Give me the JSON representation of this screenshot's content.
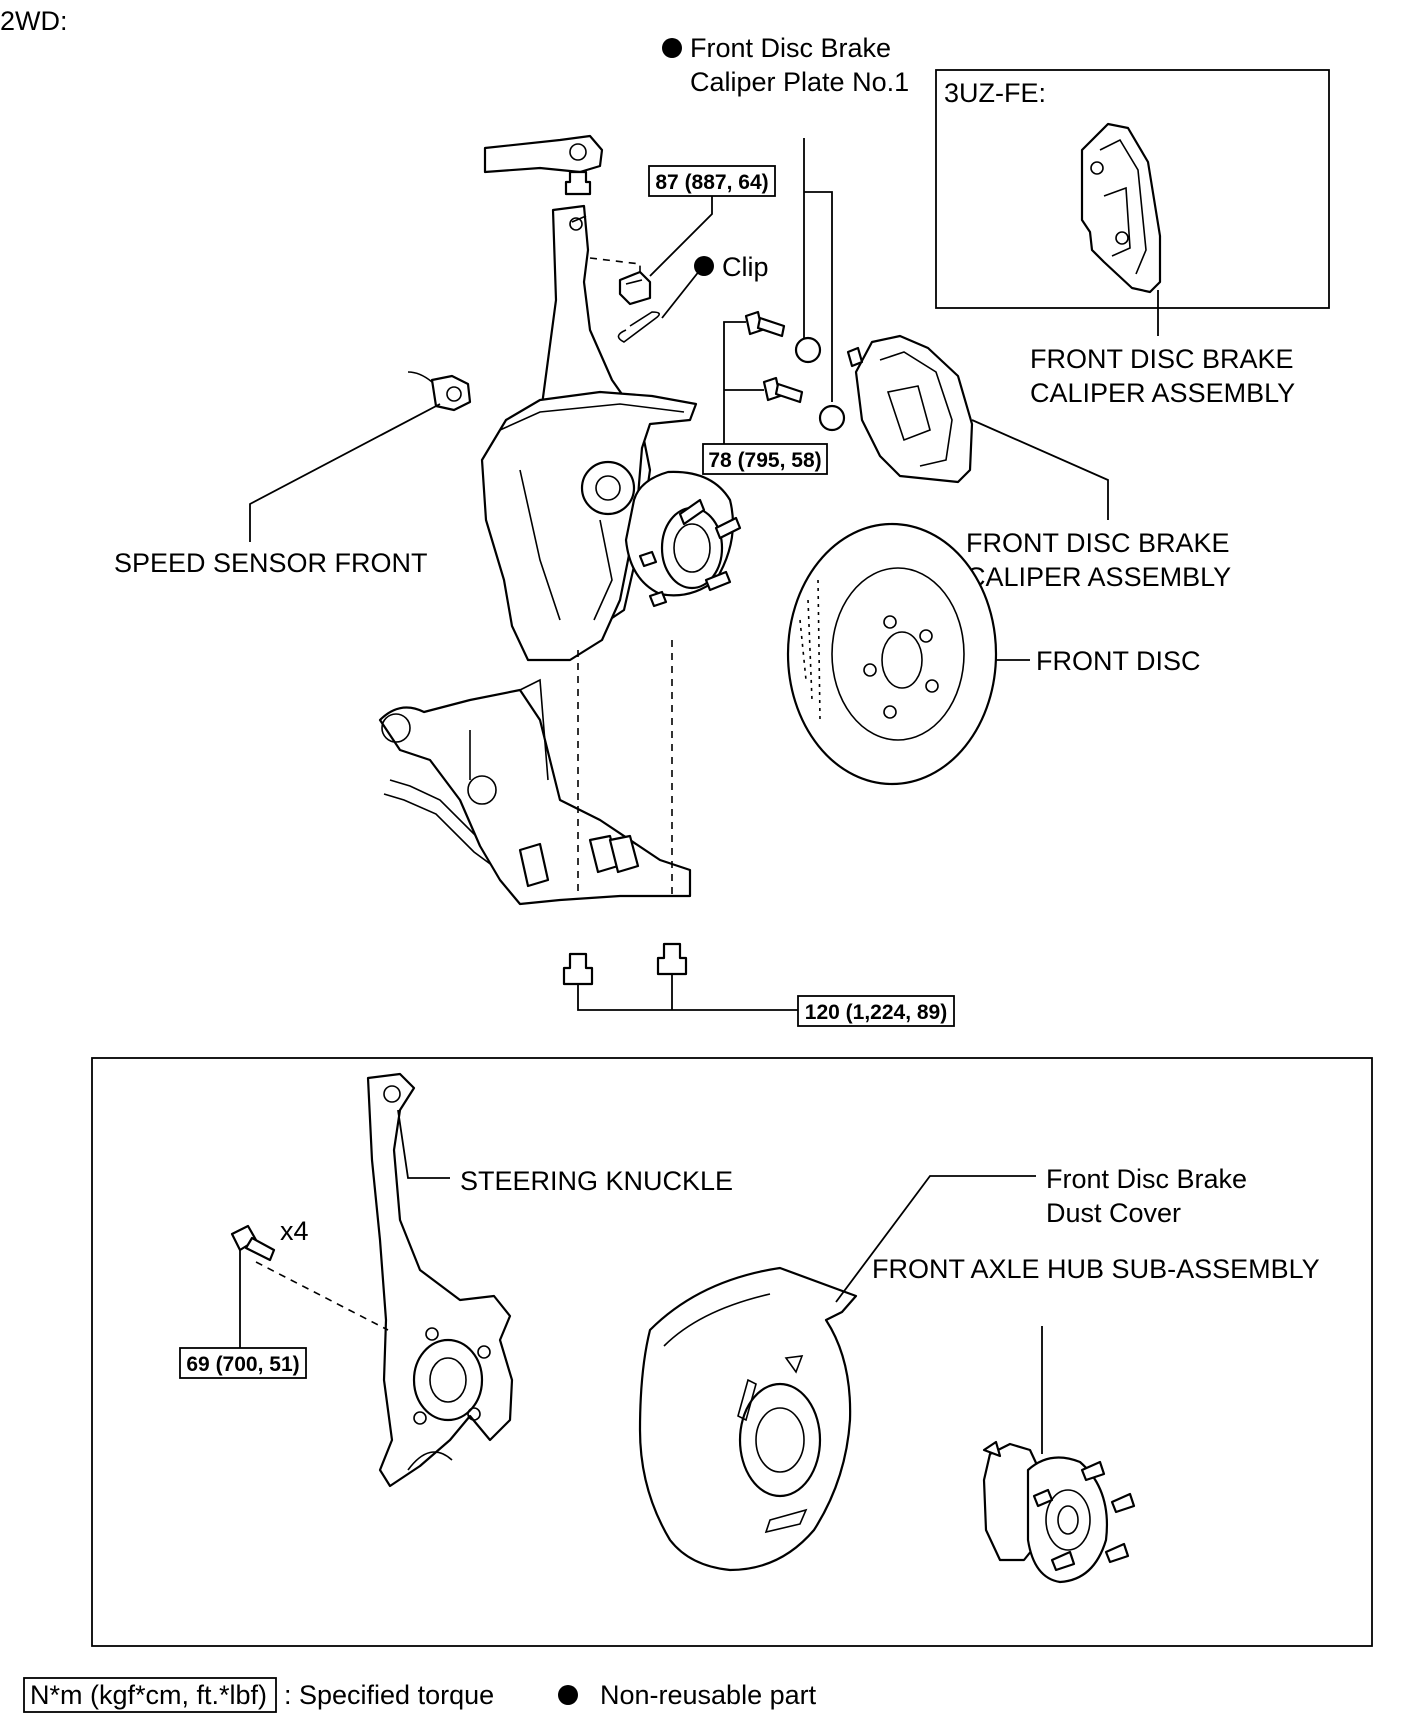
{
  "header": {
    "variant": "2WD:"
  },
  "inset": {
    "engine": "3UZ-FE:"
  },
  "labels": {
    "caliper_plate_line1": "Front Disc Brake",
    "caliper_plate_line2": "Caliper Plate No.1",
    "clip": "Clip",
    "caliper_assembly_inset_line1": "FRONT DISC BRAKE",
    "caliper_assembly_inset_line2": "CALIPER ASSEMBLY",
    "caliper_assembly_line1": "FRONT DISC BRAKE",
    "caliper_assembly_line2": "CALIPER ASSEMBLY",
    "speed_sensor": "SPEED SENSOR FRONT",
    "front_disc": "FRONT DISC",
    "steering_knuckle": "STEERING KNUCKLE",
    "dust_cover_line1": "Front Disc Brake",
    "dust_cover_line2": "Dust Cover",
    "axle_hub": "FRONT AXLE HUB SUB-ASSEMBLY",
    "bolt_qty": "x4"
  },
  "torques": {
    "upper_ball_joint_nut": "87 (887, 64)",
    "caliper_bolts": "78 (795, 58)",
    "lower_ball_joint_bolts": "120 (1,224, 89)",
    "hub_bolts": "69 (700, 51)"
  },
  "legend": {
    "torque_unit": "N*m (kgf*cm, ft.*lbf)",
    "torque_desc": ": Specified torque",
    "nonreusable_desc": "Non-reusable part"
  }
}
